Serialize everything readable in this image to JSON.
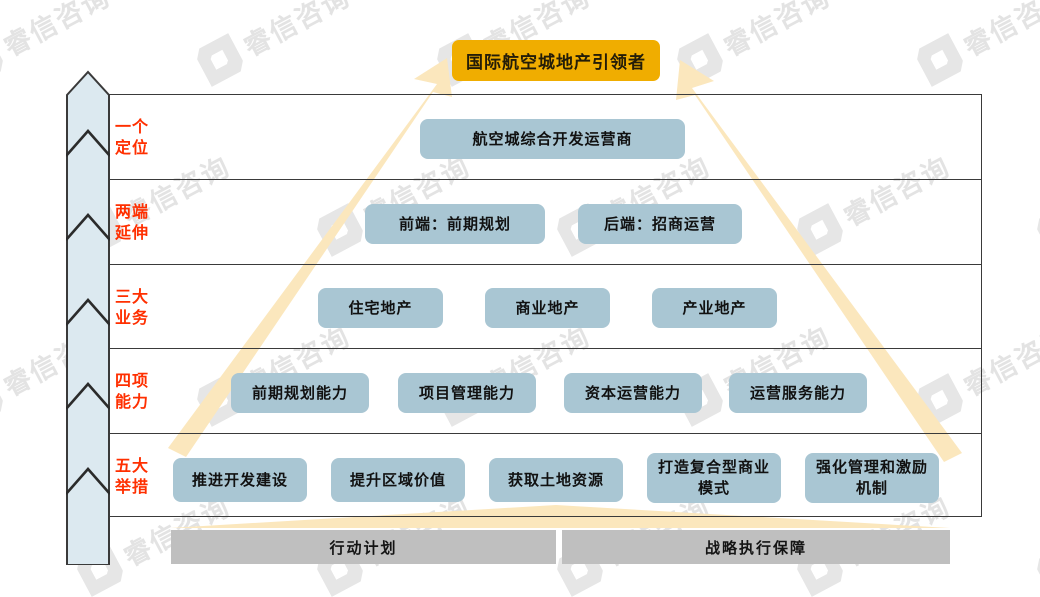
{
  "banner": {
    "title": "国际航空城地产引领者",
    "color": "#f0ad00"
  },
  "watermark": {
    "text": "睿信咨询"
  },
  "frame": {
    "box_color": "#a9c6d3",
    "label_color": "#ff2f00",
    "line_color": "#3a3a3a"
  },
  "rows": [
    {
      "label": "一个\n定位",
      "label_line1": "一个",
      "label_line2": "定位",
      "items": [
        "航空城综合开发运营商"
      ]
    },
    {
      "label": "两端\n延伸",
      "label_line1": "两端",
      "label_line2": "延伸",
      "items": [
        "前端：前期规划",
        "后端：招商运营"
      ]
    },
    {
      "label": "三大\n业务",
      "label_line1": "三大",
      "label_line2": "业务",
      "items": [
        "住宅地产",
        "商业地产",
        "产业地产"
      ]
    },
    {
      "label": "四项\n能力",
      "label_line1": "四项",
      "label_line2": "能力",
      "items": [
        "前期规划能力",
        "项目管理能力",
        "资本运营能力",
        "运营服务能力"
      ]
    },
    {
      "label": "五大\n举措",
      "label_line1": "五大",
      "label_line2": "举措",
      "items": [
        "推进开发建设",
        "提升区域价值",
        "获取土地资源",
        "打造复合型商业模式",
        "强化管理和激励机制"
      ]
    }
  ],
  "footer": {
    "bars": [
      "行动计划",
      "战略执行保障"
    ],
    "color": "#bfbfbf"
  },
  "arrows": {
    "color": "#fbe7bd",
    "left_label": "left-ascending-arrow",
    "right_label": "right-ascending-arrow",
    "base_label": "footer-wedge"
  }
}
